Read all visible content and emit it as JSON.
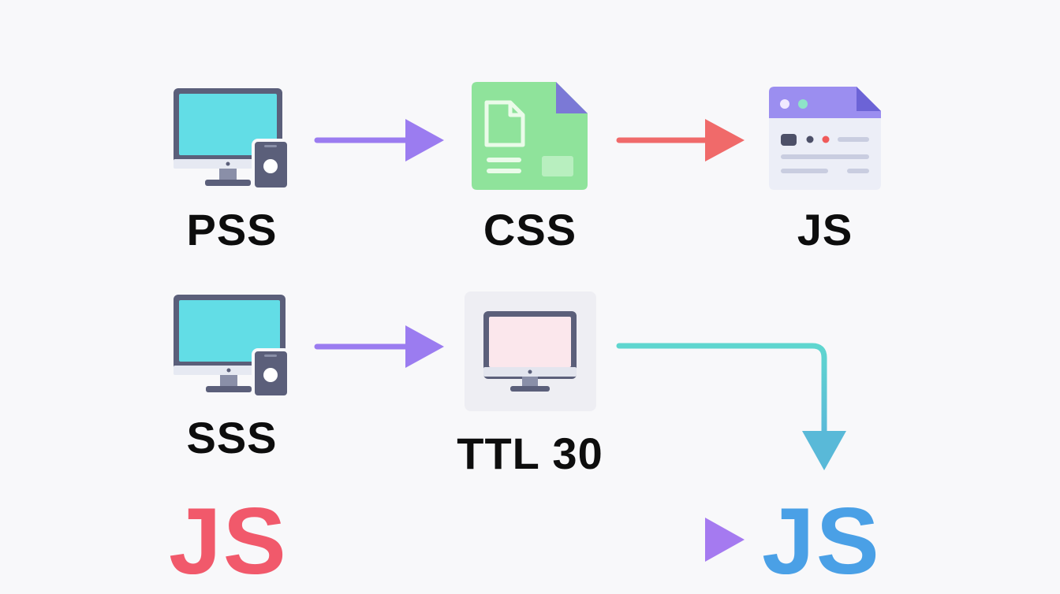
{
  "nodes": {
    "pss": {
      "label": "PSS",
      "icon": "desktop-phone-icon"
    },
    "css": {
      "label": "CSS",
      "icon": "css-file-icon"
    },
    "js_top": {
      "label": "JS",
      "icon": "browser-window-icon"
    },
    "sss": {
      "label": "SSS",
      "icon": "desktop-phone-icon"
    },
    "ttl": {
      "label": "TTL 30",
      "icon": "monitor-icon"
    },
    "js_bottom_left": {
      "label": "JS"
    },
    "js_bottom_right": {
      "label": "JS"
    }
  },
  "edges": [
    {
      "from": "PSS",
      "to": "CSS",
      "color": "#9b7cf0"
    },
    {
      "from": "CSS",
      "to": "JS",
      "color": "#f06a6a"
    },
    {
      "from": "SSS",
      "to": "TTL 30",
      "color": "#9b7cf0"
    },
    {
      "from": "TTL 30",
      "to": "JS",
      "color": "#5ecfd0"
    },
    {
      "from": "JS",
      "to": "JS",
      "color": "#b98cf2"
    }
  ],
  "colors": {
    "screen": "#62dde6",
    "device": "#5b5f7a",
    "css_file": "#8fe39b",
    "browser_header": "#9b8ef0",
    "js_red": "#f1596b",
    "js_blue": "#4aa0e6"
  }
}
